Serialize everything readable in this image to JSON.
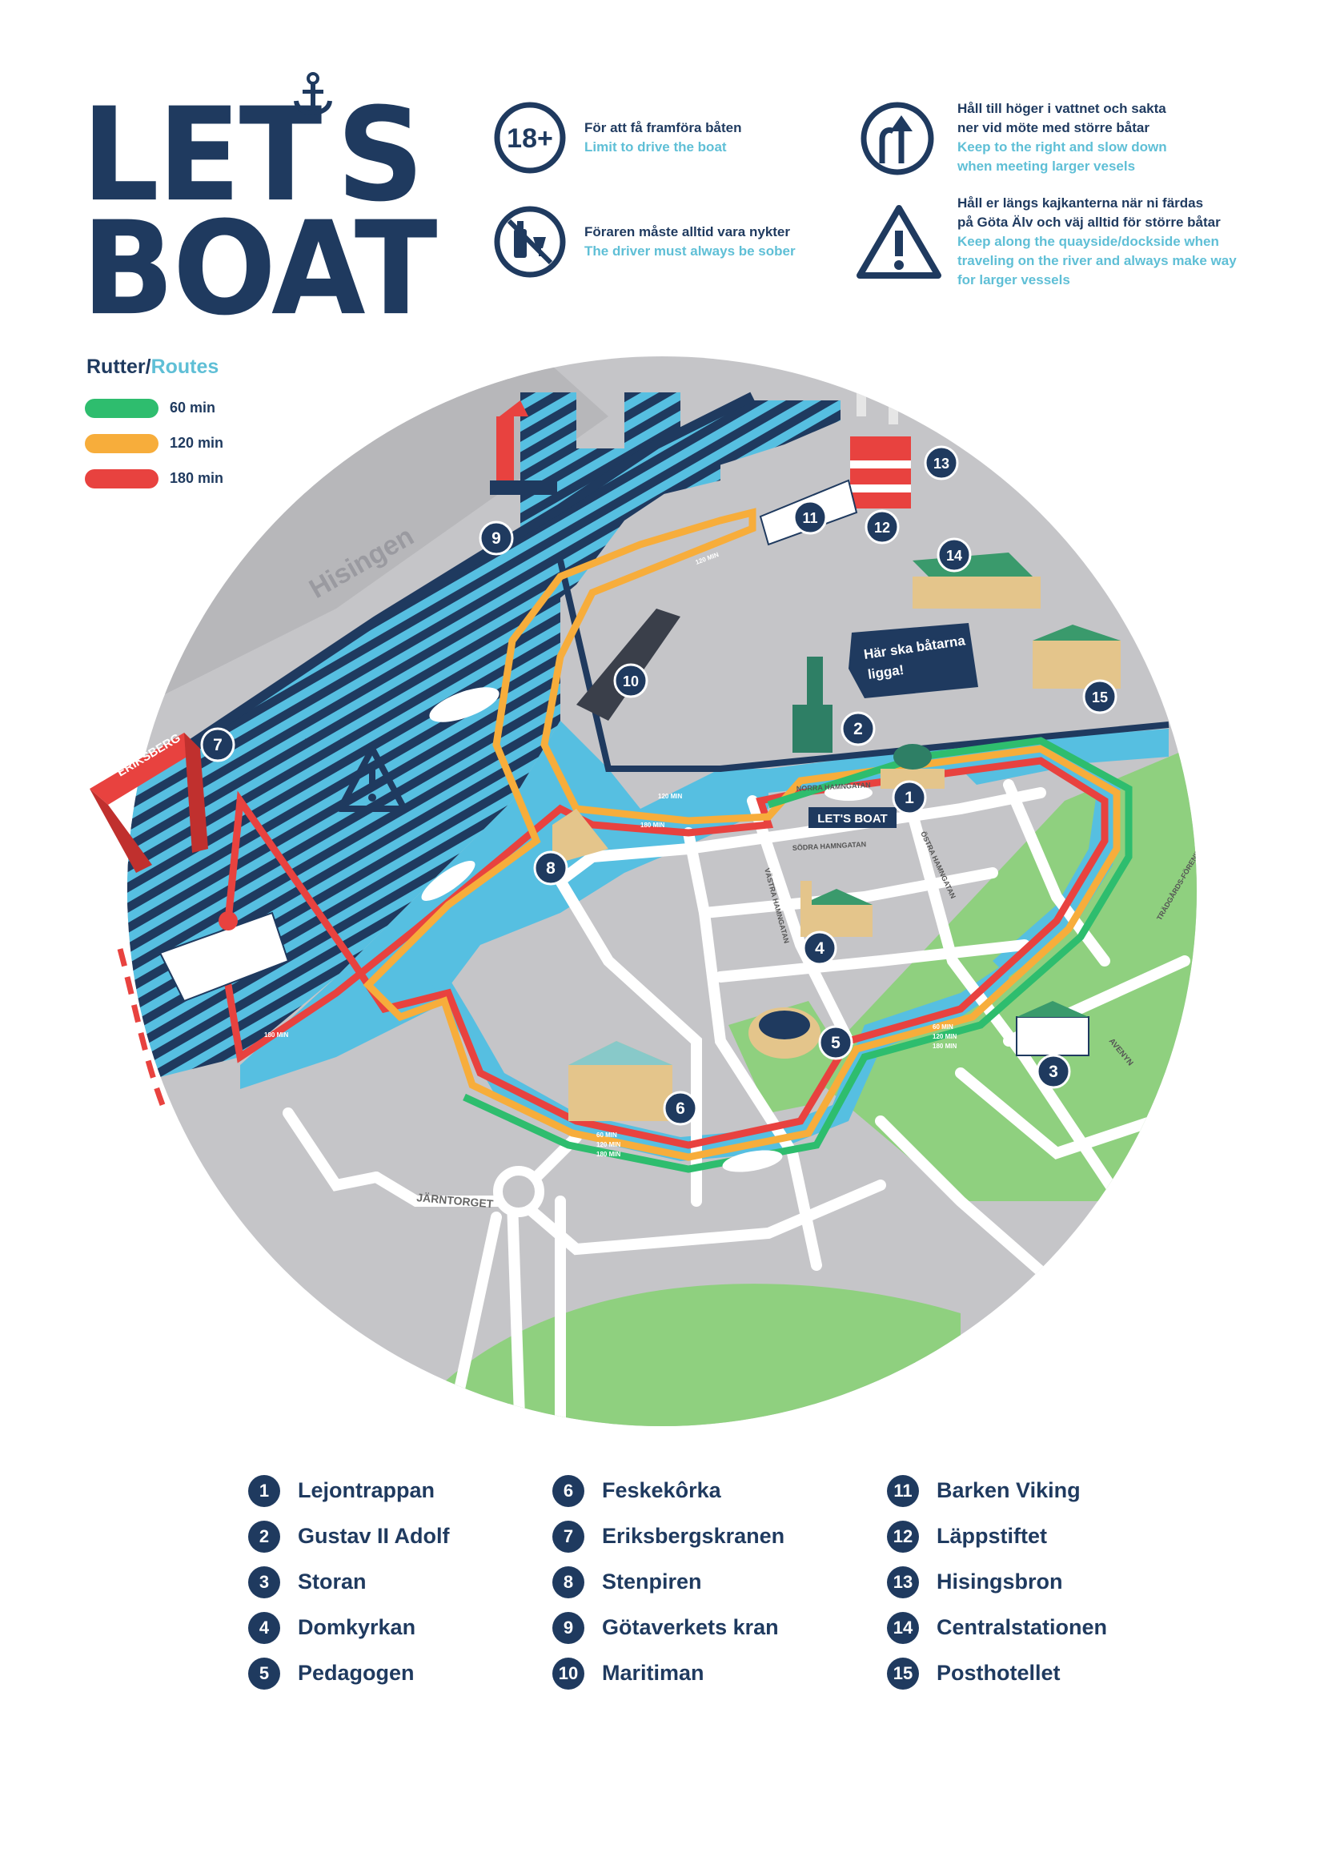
{
  "logo": {
    "line1": "LET",
    "apostrophe": "'",
    "s": "S",
    "line2": "BOAT"
  },
  "rules": [
    {
      "badge": "18+",
      "sv": "För att få framföra båten",
      "en": "Limit to drive the boat",
      "icon": "age-18-icon"
    },
    {
      "badge": "",
      "sv": "Föraren måste alltid vara nykter",
      "en": "The driver must always be sober",
      "icon": "no-alcohol-icon"
    },
    {
      "badge": "",
      "sv": "Håll till höger i vattnet och sakta ner vid möte med större båtar",
      "en": "Keep to the right and slow down when meeting larger vesels",
      "icon": "keep-right-icon",
      "sv_lines": [
        "Håll till höger i vattnet och sakta",
        "ner vid möte med större båtar"
      ],
      "en_lines": [
        "Keep to the right and slow down",
        "when meeting larger vesels"
      ]
    },
    {
      "badge": "",
      "sv": "Håll er längs kajkanterna när ni färdas på Göta Älv och väj alltid för större båtar",
      "en": "Keep along the quayside/dockside when traveling on the river and always make way for larger vessels",
      "icon": "warning-icon",
      "sv_lines": [
        "Håll er längs kajkanterna när ni färdas",
        "på Göta Älv och väj alltid för större båtar"
      ],
      "en_lines": [
        "Keep along the quayside/dockside when",
        "traveling on the river and always make way",
        "for larger vessels"
      ]
    }
  ],
  "legend": {
    "title_sv": "Rutter/",
    "title_en": "Routes",
    "routes": [
      {
        "label": "60 min",
        "color": "#2ebd6e"
      },
      {
        "label": "120 min",
        "color": "#f7ad3b"
      },
      {
        "label": "180 min",
        "color": "#e8423f"
      }
    ]
  },
  "map": {
    "labels": {
      "hisingen": "Hisingen",
      "eriksberg": "ERIKSBERG",
      "speech": [
        "Här ska båtarna",
        "ligga!"
      ],
      "lets_boat_sign": "LET'S BOAT",
      "norra_hamngatan": "NORRA HAMNGATAN",
      "sodra_hamngatan": "SÖDRA HAMNGATAN",
      "vastra_hamngatan": "VÄSTRA HAMNGATAN",
      "ostra_hamngatan": "ÖSTRA HAMNGATAN",
      "tradgardsforeningen": "TRÄDGÅRDS-FÖRENINGEN",
      "avenyn": "AVENYN",
      "jarntorget": "JÄRNTORGET",
      "min_60": "60 MIN",
      "min_120": "120 MIN",
      "min_180": "180 MIN"
    },
    "markers": [
      {
        "n": "1"
      },
      {
        "n": "2"
      },
      {
        "n": "3"
      },
      {
        "n": "4"
      },
      {
        "n": "5"
      },
      {
        "n": "6"
      },
      {
        "n": "7"
      },
      {
        "n": "8"
      },
      {
        "n": "9"
      },
      {
        "n": "10"
      },
      {
        "n": "11"
      },
      {
        "n": "12"
      },
      {
        "n": "13"
      },
      {
        "n": "14"
      },
      {
        "n": "15"
      }
    ],
    "colors": {
      "water": "#56bfe1",
      "land": "#c5c5c8",
      "street": "#ffffff",
      "park": "#8fd07f",
      "navy": "#1f3a5f"
    }
  },
  "places": [
    {
      "n": "1",
      "name": "Lejontrappan"
    },
    {
      "n": "2",
      "name": "Gustav II Adolf"
    },
    {
      "n": "3",
      "name": "Storan"
    },
    {
      "n": "4",
      "name": "Domkyrkan"
    },
    {
      "n": "5",
      "name": "Pedagogen"
    },
    {
      "n": "6",
      "name": "Feskekôrka"
    },
    {
      "n": "7",
      "name": "Eriksbergskranen"
    },
    {
      "n": "8",
      "name": "Stenpiren"
    },
    {
      "n": "9",
      "name": "Götaverkets kran"
    },
    {
      "n": "10",
      "name": "Maritiman"
    },
    {
      "n": "11",
      "name": "Barken Viking"
    },
    {
      "n": "12",
      "name": "Läppstiftet"
    },
    {
      "n": "13",
      "name": "Hisingsbron"
    },
    {
      "n": "14",
      "name": "Centralstationen"
    },
    {
      "n": "15",
      "name": "Posthotellet"
    }
  ]
}
